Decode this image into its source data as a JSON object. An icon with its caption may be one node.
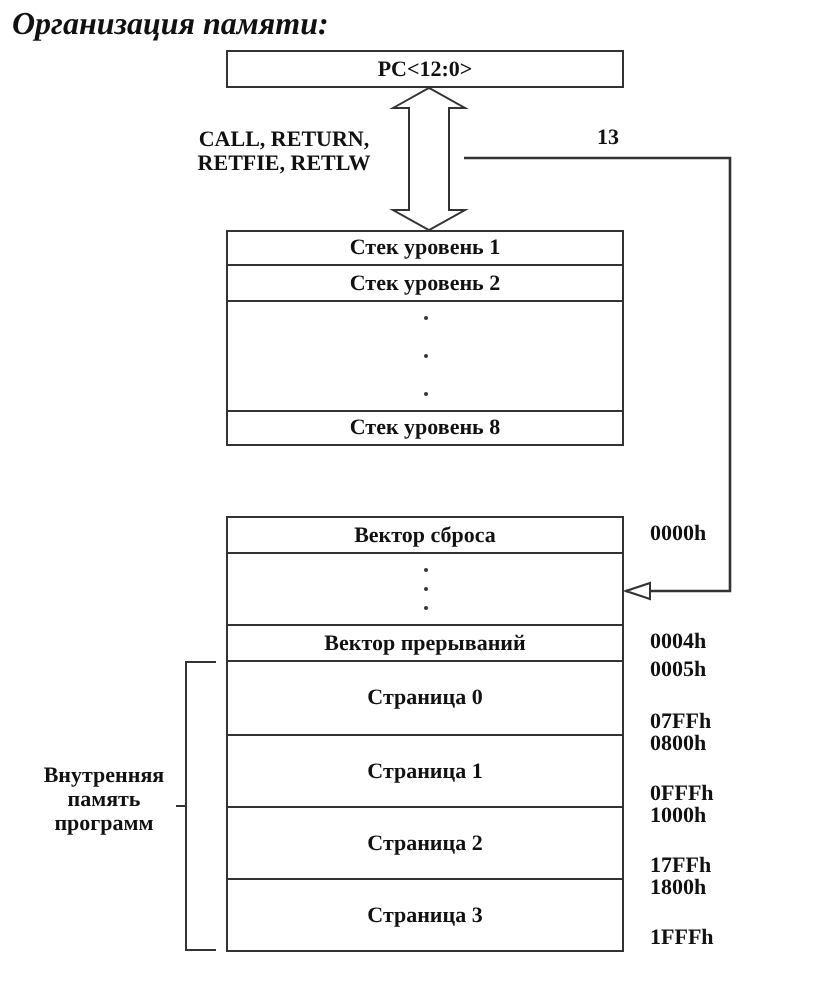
{
  "diagram": {
    "title": "Организация памяти:",
    "nodes": [
      {
        "text": [
          "PC<12:0>"
        ]
      },
      {
        "text": [
          "Стек уровень 1"
        ]
      },
      {
        "text": [
          "Стек уровень 2"
        ]
      },
      {
        "text": [],
        "shape": "box"
      },
      {
        "text": [
          "Стек уровень 8"
        ]
      },
      {
        "text": [
          "Вектор сброса"
        ],
        "beside": [
          "0000h"
        ]
      },
      {
        "text": [],
        "shape": "box"
      },
      {
        "text": [
          "Вектор прерываний"
        ],
        "beside": [
          "0004h"
        ]
      },
      {
        "text": [
          "Страница 0"
        ],
        "beside": [
          "0005h",
          "07FFh"
        ]
      },
      {
        "text": [
          "Страница 1"
        ],
        "beside": [
          "0800h",
          "0FFFh"
        ]
      },
      {
        "text": [
          "Страница 2"
        ],
        "beside": [
          "1000h",
          "17FFh"
        ]
      },
      {
        "text": [
          "Страница 3"
        ],
        "beside": [
          "1800h",
          "1FFFh"
        ]
      }
    ],
    "edges": [
      {
        "from": 0,
        "to": 1,
        "arrow": "both",
        "label": "CALL, RETURN, RETFIE, RETLW",
        "style": "thick"
      },
      {
        "from": null,
        "to": 6,
        "arrow": "to",
        "label": "13"
      }
    ],
    "labels": [
      "Внутренняя память программ"
    ]
  }
}
